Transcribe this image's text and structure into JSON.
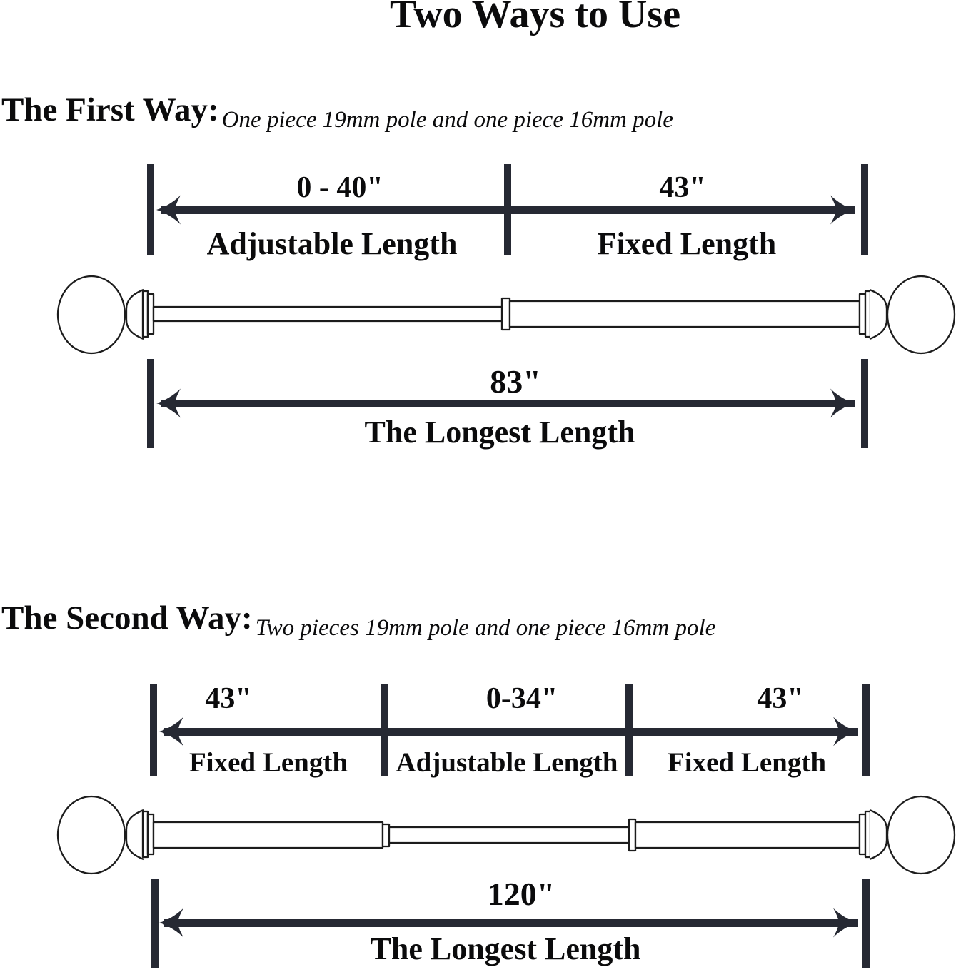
{
  "title": "Two Ways to Use",
  "colors": {
    "background": "#ffffff",
    "ink": "#0b0b0c",
    "dimension_lines": "#262933",
    "rod_outline": "#1c1c1c"
  },
  "first_way": {
    "heading": "The First Way:",
    "subtitle": "One piece 19mm pole and one piece 16mm pole",
    "segments": [
      {
        "value": "0 - 40\"",
        "label": "Adjustable Length"
      },
      {
        "value": "43\"",
        "label": "Fixed Length"
      }
    ],
    "total": {
      "value": "83\"",
      "label": "The Longest Length"
    }
  },
  "second_way": {
    "heading": "The Second Way:",
    "subtitle": "Two pieces 19mm pole and one piece 16mm pole",
    "segments": [
      {
        "value": "43\"",
        "label": "Fixed Length"
      },
      {
        "value": "0-34\"",
        "label": "Adjustable Length"
      },
      {
        "value": "43\"",
        "label": "Fixed Length"
      }
    ],
    "total": {
      "value": "120\"",
      "label": "The Longest Length"
    }
  }
}
